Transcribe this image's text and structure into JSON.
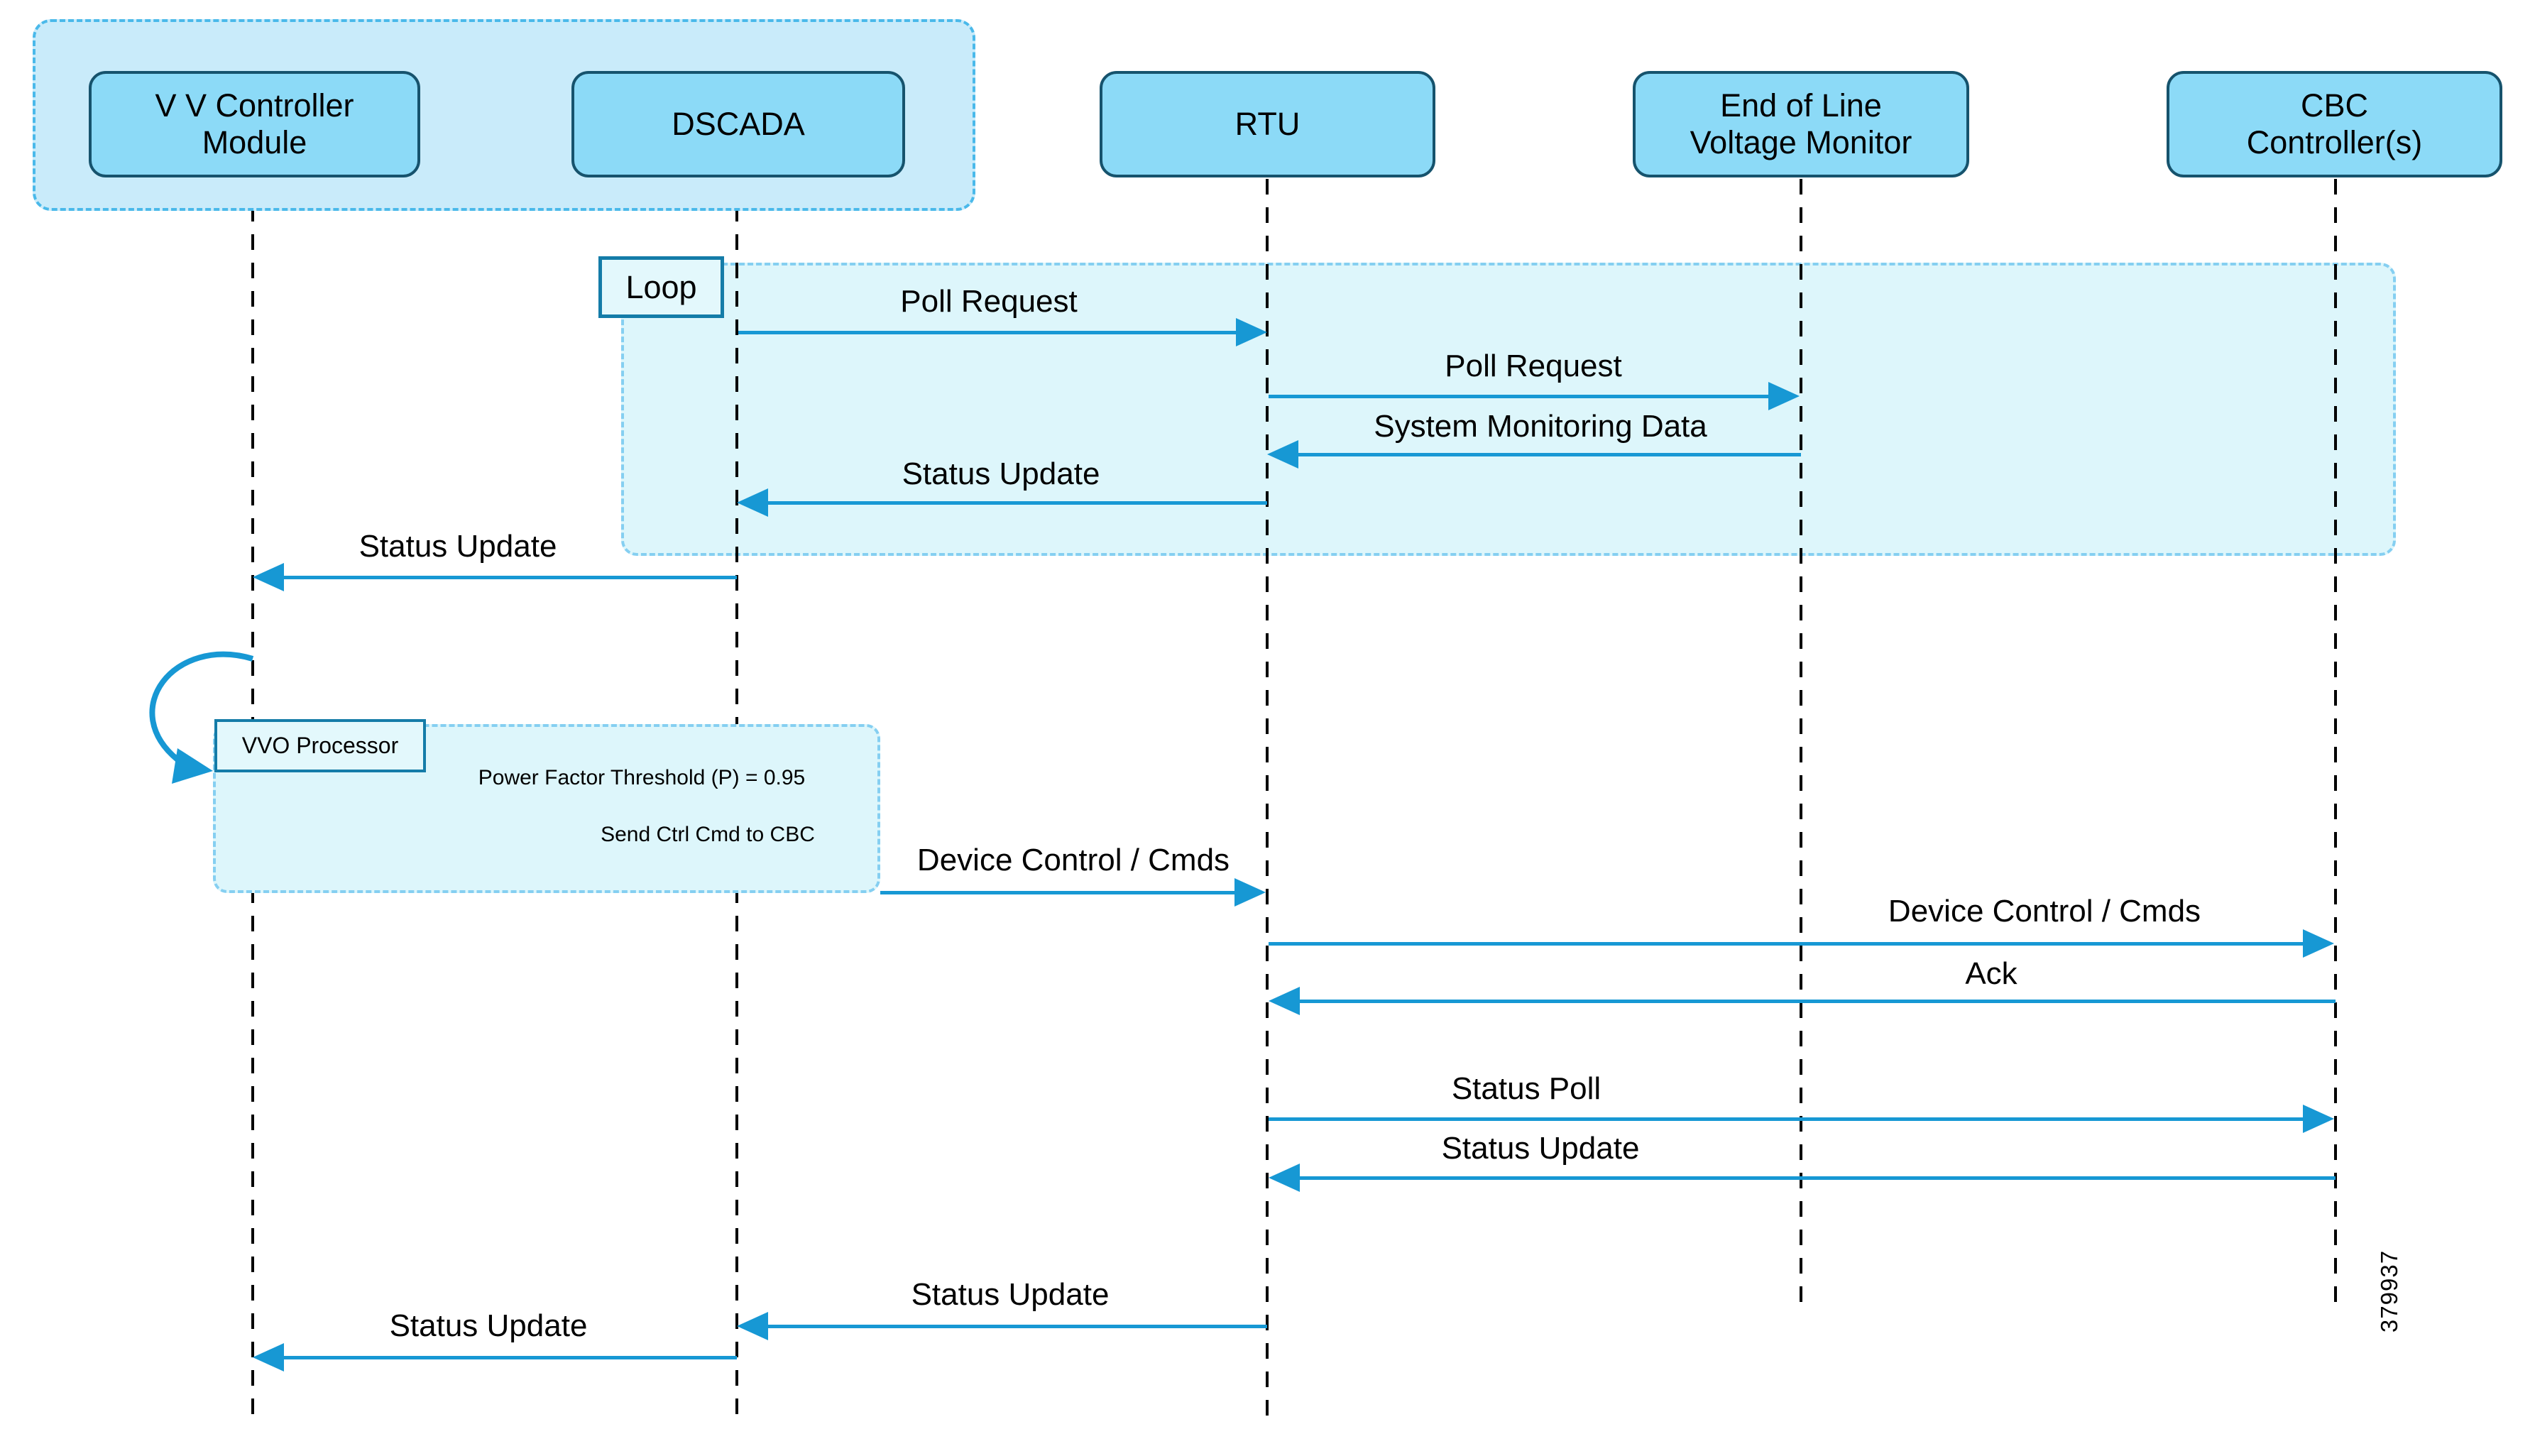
{
  "diagram": {
    "actors": [
      {
        "label": "V V Controller\nModule"
      },
      {
        "label": "DSCADA"
      },
      {
        "label": "RTU"
      },
      {
        "label": "End of Line\nVoltage Monitor"
      },
      {
        "label": "CBC\nController(s)"
      }
    ],
    "loop_fragment": {
      "label": "Loop"
    },
    "self_call": {
      "box_label": "VVO Processor",
      "note_line1": "Power Factor Threshold (P) = 0.95",
      "note_line2": "Send Ctrl Cmd to CBC"
    },
    "messages": [
      {
        "label": "Poll Request",
        "from": "DSCADA",
        "to": "RTU"
      },
      {
        "label": "Poll Request",
        "from": "RTU",
        "to": "End of Line Voltage Monitor"
      },
      {
        "label": "System Monitoring Data",
        "from": "End of Line Voltage Monitor",
        "to": "RTU"
      },
      {
        "label": "Status Update",
        "from": "RTU",
        "to": "DSCADA"
      },
      {
        "label": "Status Update",
        "from": "DSCADA",
        "to": "V V Controller Module"
      },
      {
        "label": "Device Control / Cmds",
        "from": "V V Controller Module",
        "to": "RTU"
      },
      {
        "label": "Device Control / Cmds",
        "from": "RTU",
        "to": "CBC Controller(s)"
      },
      {
        "label": "Ack",
        "from": "CBC Controller(s)",
        "to": "RTU"
      },
      {
        "label": "Status Poll",
        "from": "RTU",
        "to": "CBC Controller(s)"
      },
      {
        "label": "Status Update",
        "from": "CBC Controller(s)",
        "to": "RTU"
      },
      {
        "label": "Status Update",
        "from": "RTU",
        "to": "DSCADA"
      },
      {
        "label": "Status Update",
        "from": "DSCADA",
        "to": "V V Controller Module"
      }
    ],
    "figure_number": "379937",
    "colors": {
      "actorFill": "#8cdaf7",
      "actorBorder": "#16536d",
      "groupFill": "#c9ebfa",
      "groupBorder": "#4ab9ea",
      "fragFill": "#ddf6fb",
      "fragBorder": "#85cff1",
      "labelBoxFill": "#e3f8fc",
      "labelBoxBorder": "#147ca8",
      "arrow": "#1798d4"
    }
  }
}
